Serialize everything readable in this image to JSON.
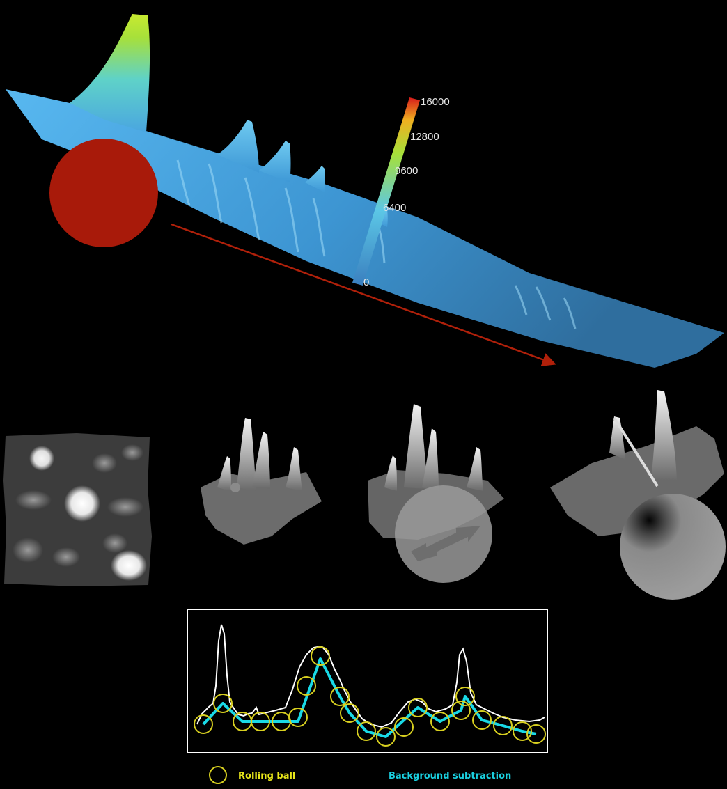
{
  "colorbar": {
    "ticks": [
      "16000",
      "12800",
      "9600",
      "6400",
      "0"
    ],
    "colors": [
      "#d71a1a",
      "#f0b020",
      "#a6e03a",
      "#5cc7e6",
      "#3a8fd0"
    ]
  },
  "surface_color": "#4aa6e0",
  "ball_color": "#a81a0a",
  "arrow_color": "#b0200a",
  "legend": {
    "rolling_ball": "Rolling ball",
    "background_subtraction": "Background subtraction",
    "rolling_ball_color": "#e8e61a",
    "background_color": "#1ad0e0"
  },
  "profile": {
    "frame_color": "#ffffff",
    "signal_color": "#ffffff",
    "background_line_color": "#19d9e6",
    "ball_outline_color": "#d8d020"
  }
}
